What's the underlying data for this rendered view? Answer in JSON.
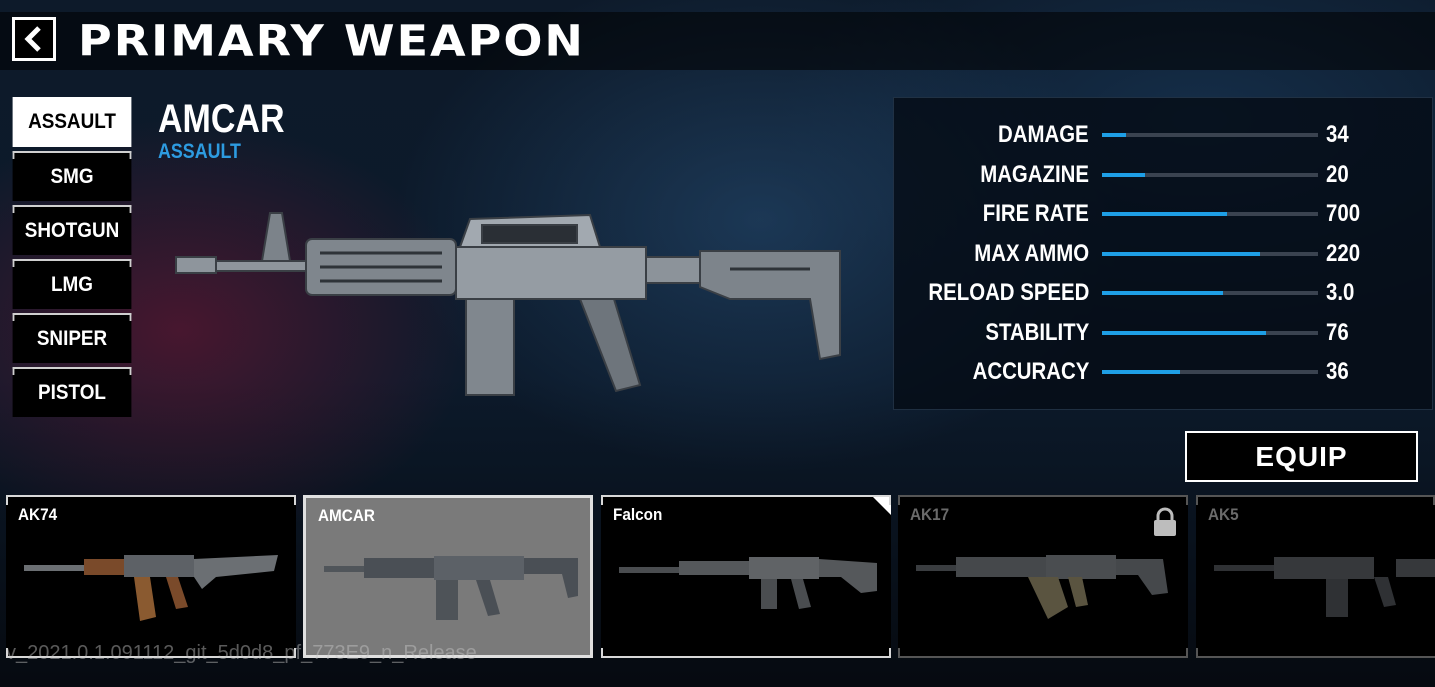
{
  "header": {
    "title": "PRIMARY WEAPON",
    "back_icon": "chevron-left-icon"
  },
  "categories": [
    {
      "label": "ASSAULT",
      "active": true
    },
    {
      "label": "SMG",
      "active": false
    },
    {
      "label": "SHOTGUN",
      "active": false
    },
    {
      "label": "LMG",
      "active": false
    },
    {
      "label": "SNIPER",
      "active": false
    },
    {
      "label": "PISTOL",
      "active": false
    }
  ],
  "weapon": {
    "name": "AMCAR",
    "class": "ASSAULT"
  },
  "stats": [
    {
      "label": "DAMAGE",
      "value": "34",
      "fill": 0.11
    },
    {
      "label": "MAGAZINE",
      "value": "20",
      "fill": 0.2
    },
    {
      "label": "FIRE RATE",
      "value": "700",
      "fill": 0.58
    },
    {
      "label": "MAX AMMO",
      "value": "220",
      "fill": 0.73
    },
    {
      "label": "RELOAD SPEED",
      "value": "3.0",
      "fill": 0.56
    },
    {
      "label": "STABILITY",
      "value": "76",
      "fill": 0.76
    },
    {
      "label": "ACCURACY",
      "value": "36",
      "fill": 0.36
    }
  ],
  "equip_label": "EQUIP",
  "cards": [
    {
      "label": "AK74",
      "state": "normal"
    },
    {
      "label": "AMCAR",
      "state": "selected"
    },
    {
      "label": "Falcon",
      "state": "new"
    },
    {
      "label": "AK17",
      "state": "locked"
    },
    {
      "label": "AK5",
      "state": "normal"
    }
  ],
  "build_text": "v_2021.0.1.091112_git_5d0d8_pf_773E9_n_Release",
  "colors": {
    "accent": "#1e9fe6",
    "class_text": "#2d9be0"
  }
}
